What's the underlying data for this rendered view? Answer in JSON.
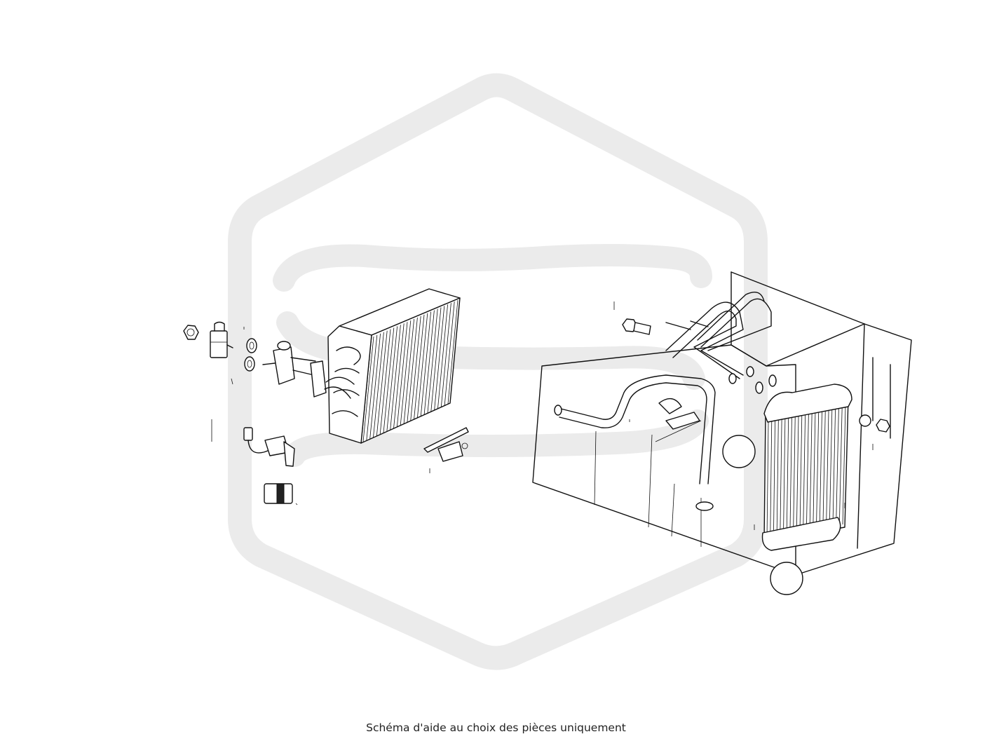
{
  "caption": "Schéma d'aide au choix des pièces uniquement",
  "watermark": {
    "color": "#ebebeb"
  },
  "colors": {
    "line": "#111111",
    "background": "#ffffff",
    "caption": "#222222"
  },
  "parts": [
    {
      "name": "nut-part"
    },
    {
      "name": "expansion-valve-part"
    },
    {
      "name": "o-ring-seal-part"
    },
    {
      "name": "valve-block-part"
    },
    {
      "name": "evaporator-core-part"
    },
    {
      "name": "wiring-harness-part"
    },
    {
      "name": "sensor-clip-part"
    },
    {
      "name": "connector-part"
    },
    {
      "name": "heater-housing-part"
    },
    {
      "name": "coolant-pipe-part"
    },
    {
      "name": "heater-core-part"
    },
    {
      "name": "bolt-part"
    },
    {
      "name": "clamp-ring-part"
    }
  ]
}
